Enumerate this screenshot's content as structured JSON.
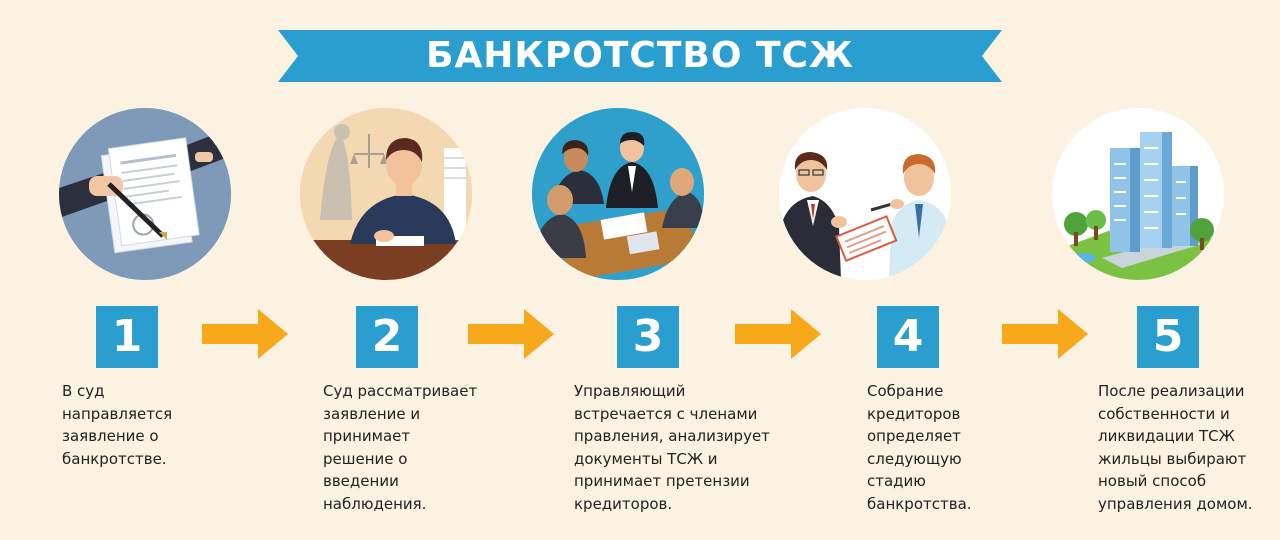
{
  "title": "БАНКРОТСТВО ТСЖ",
  "colors": {
    "background": "#fbf2e1",
    "accent_blue": "#2b9ed0",
    "arrow_orange": "#f7a81b"
  },
  "steps": [
    {
      "number": "1",
      "icon": "documents-signing-icon",
      "text": "В суд\nнаправляется\nзаявление о\nбанкротстве."
    },
    {
      "number": "2",
      "icon": "court-judge-icon",
      "text": "Суд рассматривает\nзаявление и\nпринимает\nрешение о\nвведении\nнаблюдения."
    },
    {
      "number": "3",
      "icon": "meeting-icon",
      "text": "Управляющий\nвстречается с членами\nправления, анализирует\nдокументы ТСЖ и\nпринимает претензии\nкредиторов."
    },
    {
      "number": "4",
      "icon": "creditors-meeting-icon",
      "text": "Собрание\nкредиторов\nопределяет\nследующую\nстадию\nбанкротства."
    },
    {
      "number": "5",
      "icon": "apartment-buildings-icon",
      "text": "После реализации\nсобственности и\nликвидации ТСЖ\nжильцы выбирают\nновый способ\nуправления домом."
    }
  ]
}
